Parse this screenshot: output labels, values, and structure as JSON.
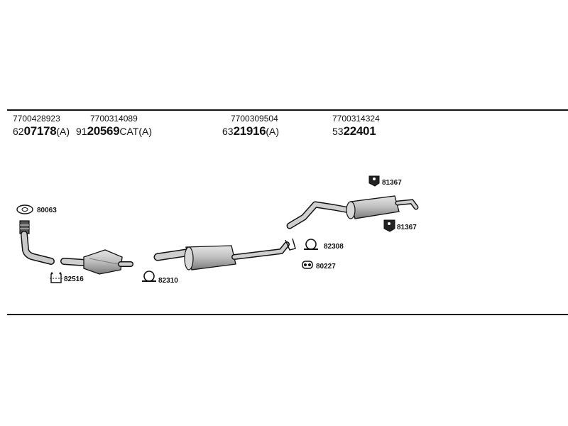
{
  "headers": [
    {
      "oem": "7700428923",
      "prefix": "62",
      "number": "07178",
      "suffix": "(A)"
    },
    {
      "oem": "7700314089",
      "prefix": "91",
      "number": "20569",
      "suffix": "CAT(A)"
    },
    {
      "oem": "7700309504",
      "prefix": "63",
      "number": "21916",
      "suffix": "(A)"
    },
    {
      "oem": "7700314324",
      "prefix": "53",
      "number": "22401",
      "suffix": ""
    }
  ],
  "labels": {
    "gasket": "80063",
    "clamp_front": "82516",
    "clamp_mid": "82310",
    "clamp_rear": "82308",
    "hanger": "80227",
    "mount_top": "81367",
    "mount_bottom": "81367"
  }
}
